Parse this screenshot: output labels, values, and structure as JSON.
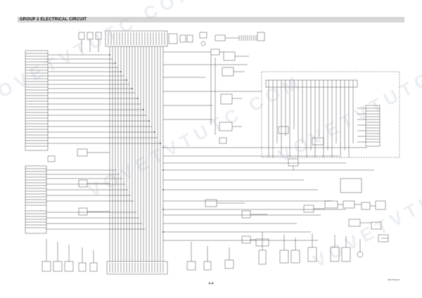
{
  "page": {
    "section_title": "GROUP 2 ELECTRICAL CIRCUIT",
    "page_number": "4-4",
    "drawing_code": "3907A4EL04"
  },
  "watermark": {
    "text": "VOVETVTUTC COM",
    "color": "#a5b2c8"
  },
  "colors": {
    "ink": "#3a3a3a",
    "title_bar": "#d6d6d6"
  }
}
